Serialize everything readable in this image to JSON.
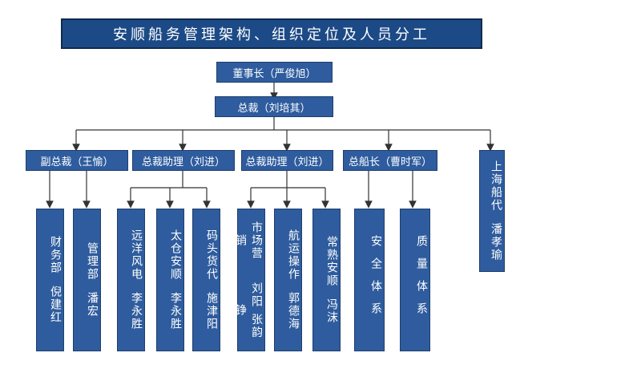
{
  "title": "安顺船务管理架构、组织定位及人员分工",
  "chairman": "董事长（严俊旭）",
  "ceo": "总裁（刘培其）",
  "managers": [
    "副总裁（王愉）",
    "总裁助理（刘进）",
    "总裁助理（刘进）",
    "总船长（曹时军）"
  ],
  "shanghai_agent": {
    "dept": "上海船代",
    "name": "潘孝瑜"
  },
  "departments": [
    {
      "dept": "财务部",
      "name": "倪建红"
    },
    {
      "dept": "管理部",
      "name": "潘宏"
    },
    {
      "dept": "远洋风电",
      "name": "李永胜"
    },
    {
      "dept": "太仓安顺",
      "name": "李永胜"
    },
    {
      "dept": "码头货代",
      "name": "施津阳"
    },
    {
      "dept": "市场营销",
      "name": "刘阳 张韵铮"
    },
    {
      "dept": "航运操作",
      "name": "郭德海"
    },
    {
      "dept": "常熟安顺",
      "name": "冯沫"
    },
    {
      "dept": "安全体系",
      "name": ""
    },
    {
      "dept": "质量体系",
      "name": ""
    }
  ],
  "colors": {
    "box": "#2e5c9e",
    "title_box": "#1c4a86",
    "line": "#333333",
    "text": "#ffffff"
  }
}
